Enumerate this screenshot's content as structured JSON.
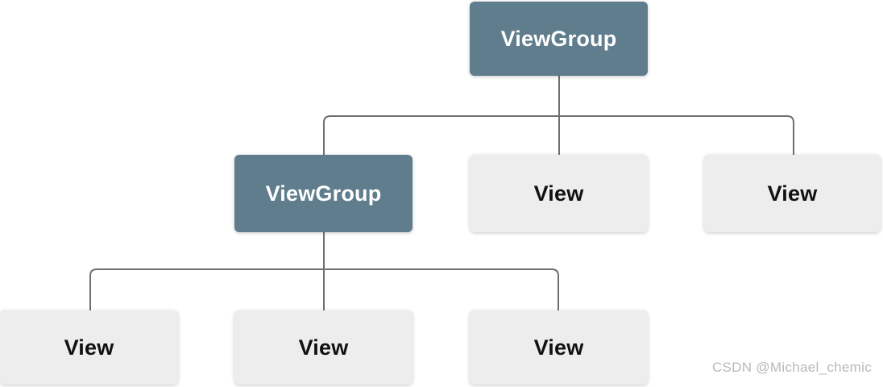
{
  "diagram": {
    "description": "View hierarchy tree diagram",
    "nodes": {
      "root": {
        "label": "ViewGroup",
        "type": "group",
        "level": 1
      },
      "child_group": {
        "label": "ViewGroup",
        "type": "group",
        "level": 2
      },
      "child_view1": {
        "label": "View",
        "type": "view",
        "level": 2
      },
      "child_view2": {
        "label": "View",
        "type": "view",
        "level": 2
      },
      "grandchild1": {
        "label": "View",
        "type": "view",
        "level": 3
      },
      "grandchild2": {
        "label": "View",
        "type": "view",
        "level": 3
      },
      "grandchild3": {
        "label": "View",
        "type": "view",
        "level": 3
      }
    },
    "edges": [
      [
        "root",
        "child_group"
      ],
      [
        "root",
        "child_view1"
      ],
      [
        "root",
        "child_view2"
      ],
      [
        "child_group",
        "grandchild1"
      ],
      [
        "child_group",
        "grandchild2"
      ],
      [
        "child_group",
        "grandchild3"
      ]
    ],
    "colors": {
      "group_fill": "#5f7d8c",
      "group_text": "#ffffff",
      "view_fill": "#ededed",
      "view_text": "#111111",
      "line": "#6f6f6f"
    }
  },
  "watermark": {
    "text": "CSDN @Michael_chemic",
    "color": "#b9b9b9"
  }
}
